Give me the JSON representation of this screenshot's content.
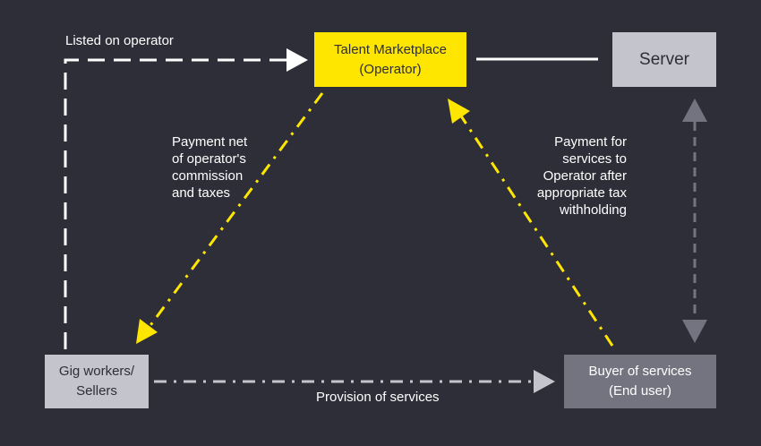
{
  "nodes": {
    "talent_marketplace": {
      "label": "Talent Marketplace\n(Operator)",
      "color": "#ffe600"
    },
    "server": {
      "label": "Server",
      "color": "#c4c4cd"
    },
    "gig_workers": {
      "label": "Gig workers/\nSellers",
      "color": "#c4c4cd"
    },
    "buyer": {
      "label": "Buyer of services\n(End user)",
      "color": "#747480"
    }
  },
  "edges": {
    "listed": {
      "label": "Listed on operator",
      "color": "#ffffff"
    },
    "payment_net": {
      "label": "Payment net\nof operator's\ncommission\nand taxes",
      "color": "#ffe600"
    },
    "payment_for": {
      "label": "Payment for\nservices to\nOperator after\nappropriate tax\nwithholding",
      "color": "#ffe600"
    },
    "provision": {
      "label": "Provision of services",
      "color": "#c4c4cd"
    },
    "server_link": {
      "color": "#747480"
    }
  },
  "theme": {
    "background": "#2e2e38"
  }
}
